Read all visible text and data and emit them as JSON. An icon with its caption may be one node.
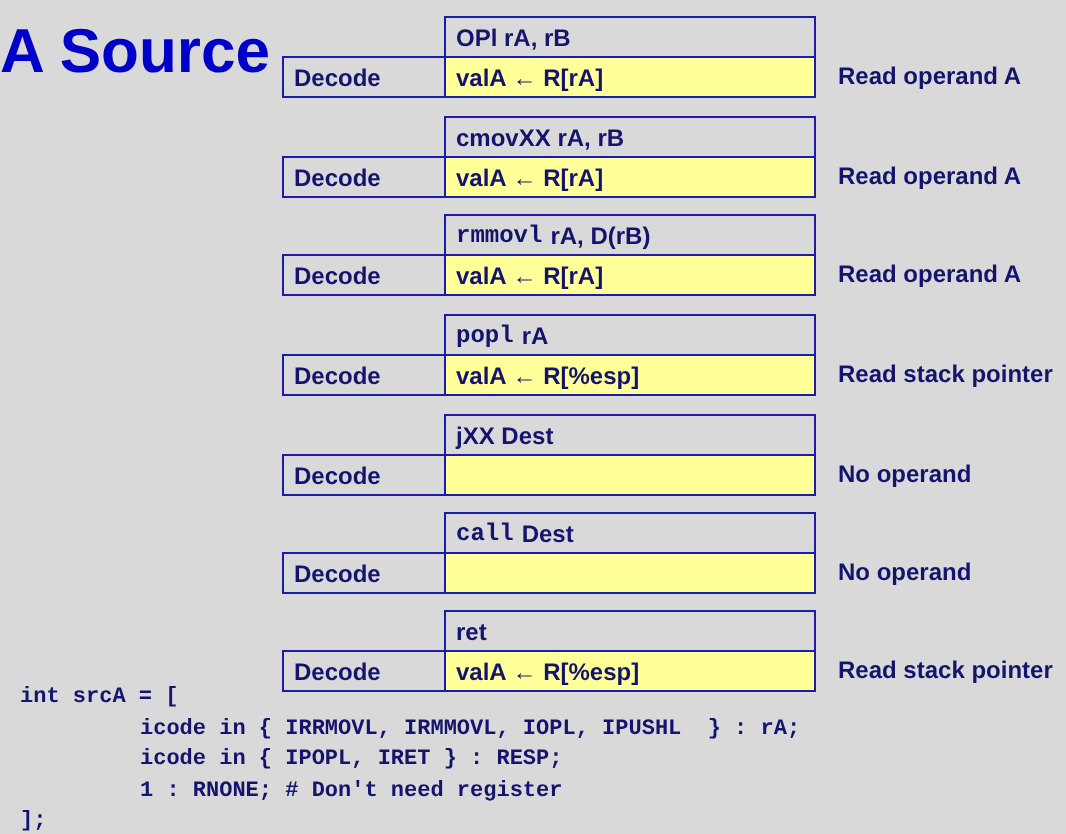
{
  "diagram": {
    "title": "A Source",
    "nodes": [
      {
        "text": [
          "OPl rA, rB"
        ]
      },
      {
        "text": [
          "Decode"
        ]
      },
      {
        "text": [
          "valA ← R[rA]"
        ],
        "beside": [
          "Read operand A"
        ]
      },
      {
        "text": [
          "cmovXX rA, rB"
        ]
      },
      {
        "text": [
          "Decode"
        ]
      },
      {
        "text": [
          "valA ← R[rA]"
        ],
        "beside": [
          "Read operand A"
        ]
      },
      {
        "text": [
          "rmmovl",
          "rA, D(rB)"
        ]
      },
      {
        "text": [
          "Decode"
        ]
      },
      {
        "text": [
          "valA ← R[rA]"
        ],
        "beside": [
          "Read operand A"
        ]
      },
      {
        "text": [
          "popl",
          "rA"
        ]
      },
      {
        "text": [
          "Decode"
        ]
      },
      {
        "text": [
          "valA ← R[%esp]"
        ],
        "beside": [
          "Read stack pointer"
        ]
      },
      {
        "text": [
          "jXX Dest"
        ]
      },
      {
        "text": [
          "Decode"
        ]
      },
      {
        "text": [],
        "shape": "box",
        "beside": [
          "No operand"
        ]
      },
      {
        "text": [
          "call",
          "Dest"
        ]
      },
      {
        "text": [
          "Decode"
        ]
      },
      {
        "text": [],
        "shape": "box",
        "beside": [
          "No operand"
        ]
      },
      {
        "text": [
          "ret"
        ]
      },
      {
        "text": [
          "Decode"
        ]
      },
      {
        "text": [
          "valA ← R[%esp]"
        ],
        "beside": [
          "Read stack pointer"
        ]
      }
    ],
    "labels": [
      "int srcA = [",
      "icode in { IRRMOVL, IRMMOVL, IOPL, IPUSHL  } : rA;",
      "icode in { IPOPL, IRET } : RESP;",
      "1 : RNONE; # Don't need register",
      "];"
    ]
  }
}
